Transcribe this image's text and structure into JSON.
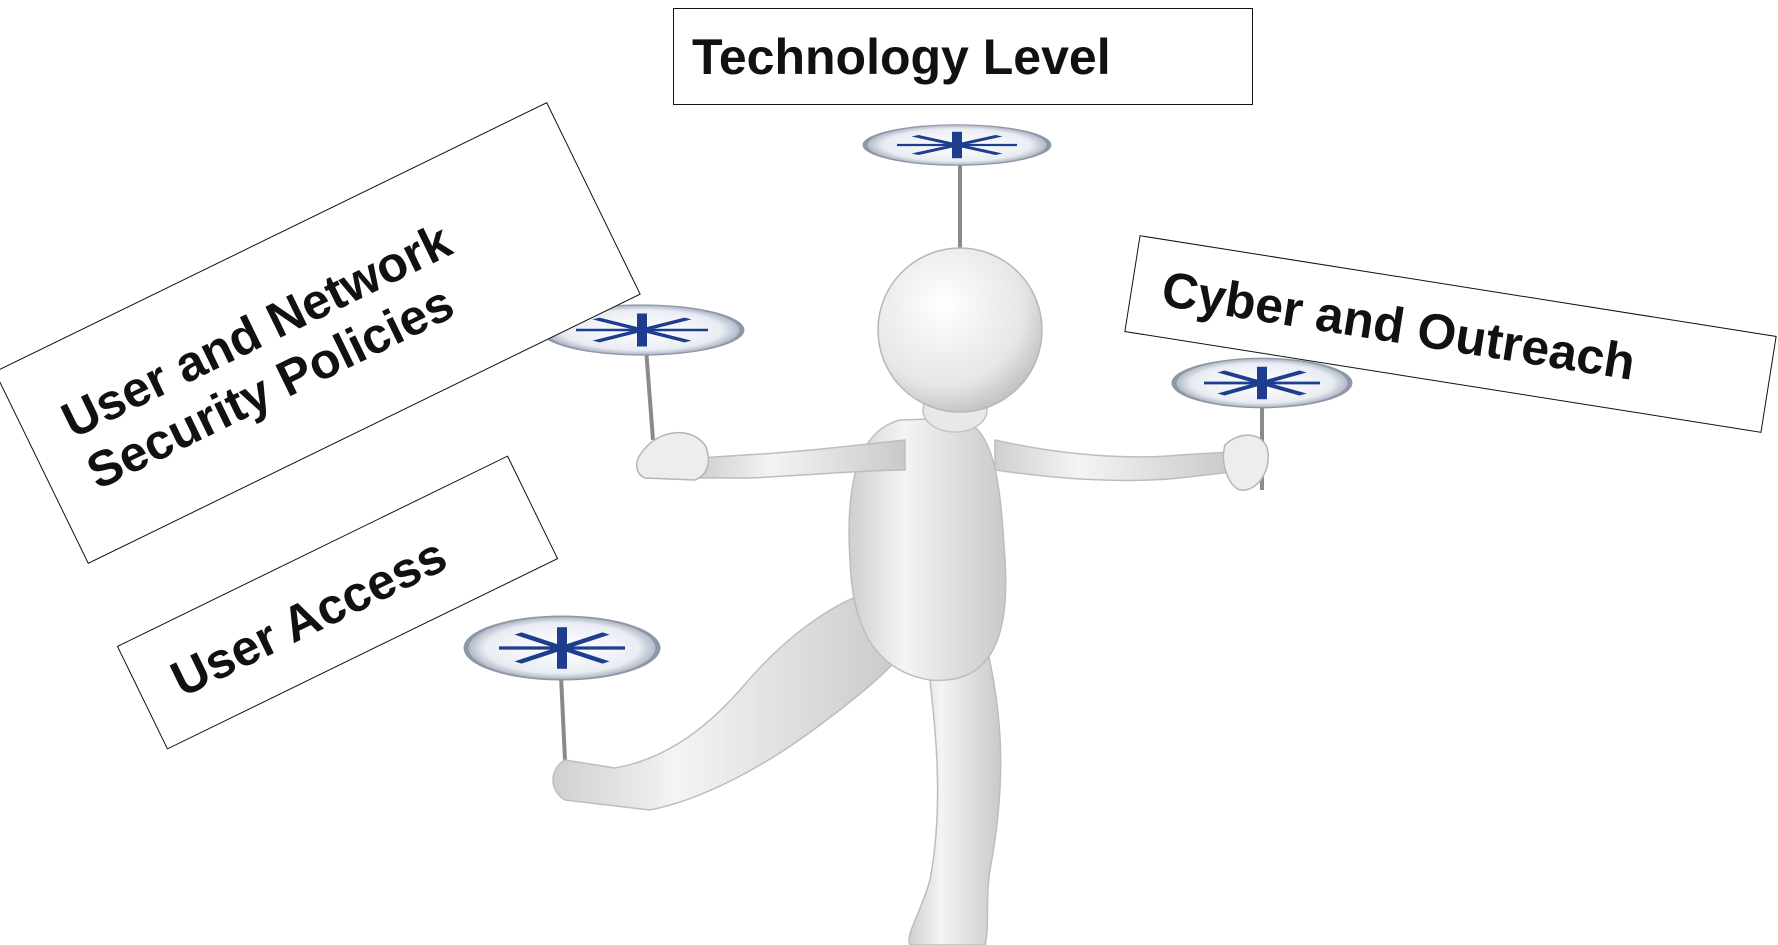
{
  "labels": {
    "technology_level": "Technology Level",
    "user_network_line1": "User and Network",
    "user_network_line2": "Security Policies",
    "user_access": "User Access",
    "cyber_outreach": "Cyber and Outreach"
  },
  "icons": {
    "figure": "juggling-stick-figure",
    "plate": "spinning-plate-icon"
  },
  "colors": {
    "plate_rim": "#dde2ea",
    "plate_rays": "#1f3d8f",
    "figure_body": "#ececec",
    "text": "#111111"
  }
}
